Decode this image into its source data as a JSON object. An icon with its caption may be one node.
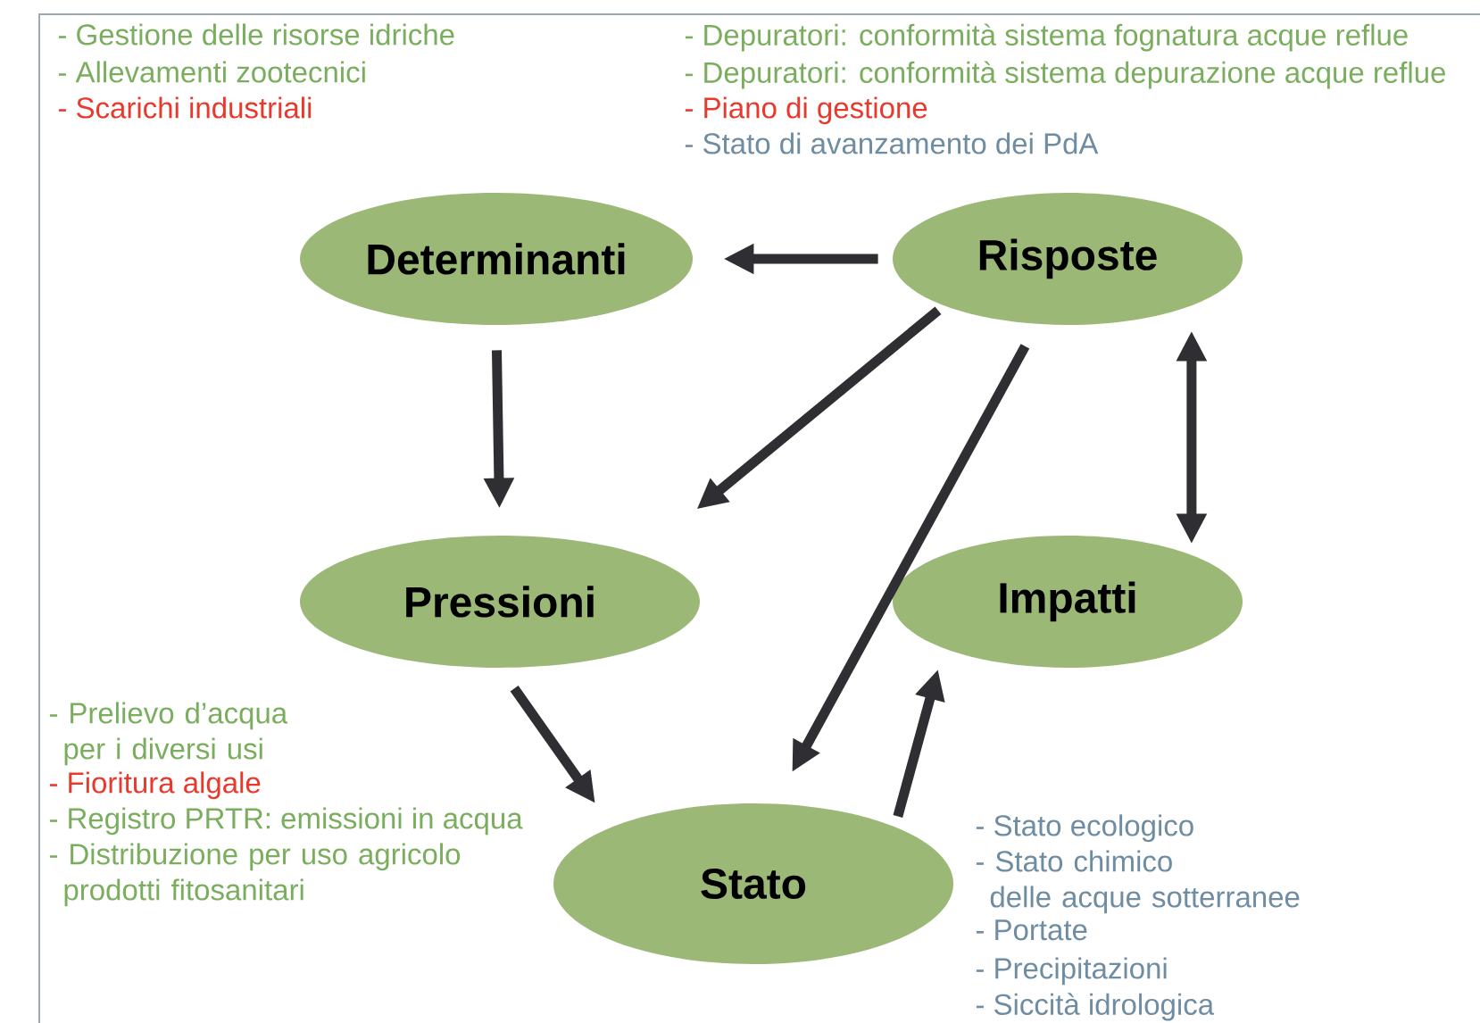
{
  "diagram": {
    "nodes": [
      {
        "text": [
          "Determinanti"
        ]
      },
      {
        "text": [
          "Risposte"
        ]
      },
      {
        "text": [
          "Pressioni"
        ]
      },
      {
        "text": [
          "Impatti"
        ]
      },
      {
        "text": [
          "Stato"
        ]
      }
    ],
    "edges": [
      {
        "from": 1,
        "to": 0,
        "arrow": "to"
      },
      {
        "from": 0,
        "to": 2,
        "arrow": "to"
      },
      {
        "from": 1,
        "to": 2,
        "arrow": "to"
      },
      {
        "from": 1,
        "to": 4,
        "arrow": "to"
      },
      {
        "from": 2,
        "to": 4,
        "arrow": "to"
      },
      {
        "from": 4,
        "to": 3,
        "arrow": "to"
      },
      {
        "from": 3,
        "to": 1,
        "arrow": "both"
      }
    ],
    "labels": [
      "- Gestione delle risorse idriche",
      "- Allevamenti zootecnici",
      "- Scarichi industriali",
      "- Depuratori: conformità sistema fognatura acque reflue",
      "- Depuratori: conformità sistema depurazione acque reflue",
      "- Piano di gestione",
      "- Stato di avanzamento dei PdA",
      "- Prelievo d’acqua per i diversi usi",
      "- Fioritura algale",
      "- Registro PRTR: emissioni in acqua",
      "- Distribuzione per uso agricolo prodotti fitosanitari",
      "- Stato ecologico",
      "- Stato chimico delle acque sotterranee",
      "- Portate",
      "- Precipitazioni",
      "- Siccità idrologica"
    ]
  }
}
